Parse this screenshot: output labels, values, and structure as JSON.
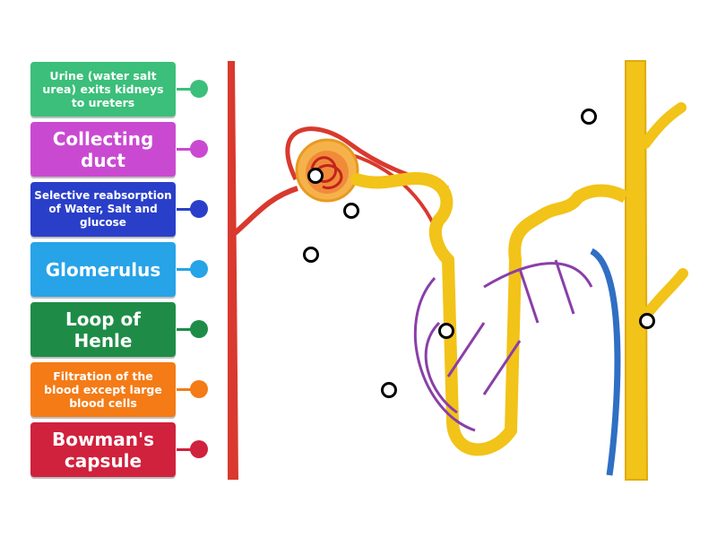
{
  "labels": [
    {
      "text": "Urine (water salt urea) exits kidneys to ureters",
      "color": "#3bbf7a"
    },
    {
      "text": "Collecting duct",
      "color": "#c94ad1"
    },
    {
      "text": "Selective reabsorption of Water, Salt and glucose",
      "color": "#2a3fc9"
    },
    {
      "text": "Glomerulus",
      "color": "#27a3e8"
    },
    {
      "text": "Loop of Henle",
      "color": "#1e8c47"
    },
    {
      "text": "Filtration of the blood except large blood cells",
      "color": "#f47b16"
    },
    {
      "text": "Bowman's capsule",
      "color": "#d0213d"
    }
  ],
  "diagram": {
    "artery_color": "#d9392e",
    "tubule_color": "#f2c318",
    "vein_color": "#2f6fc4",
    "capillary_color": "#8a3fa8"
  }
}
